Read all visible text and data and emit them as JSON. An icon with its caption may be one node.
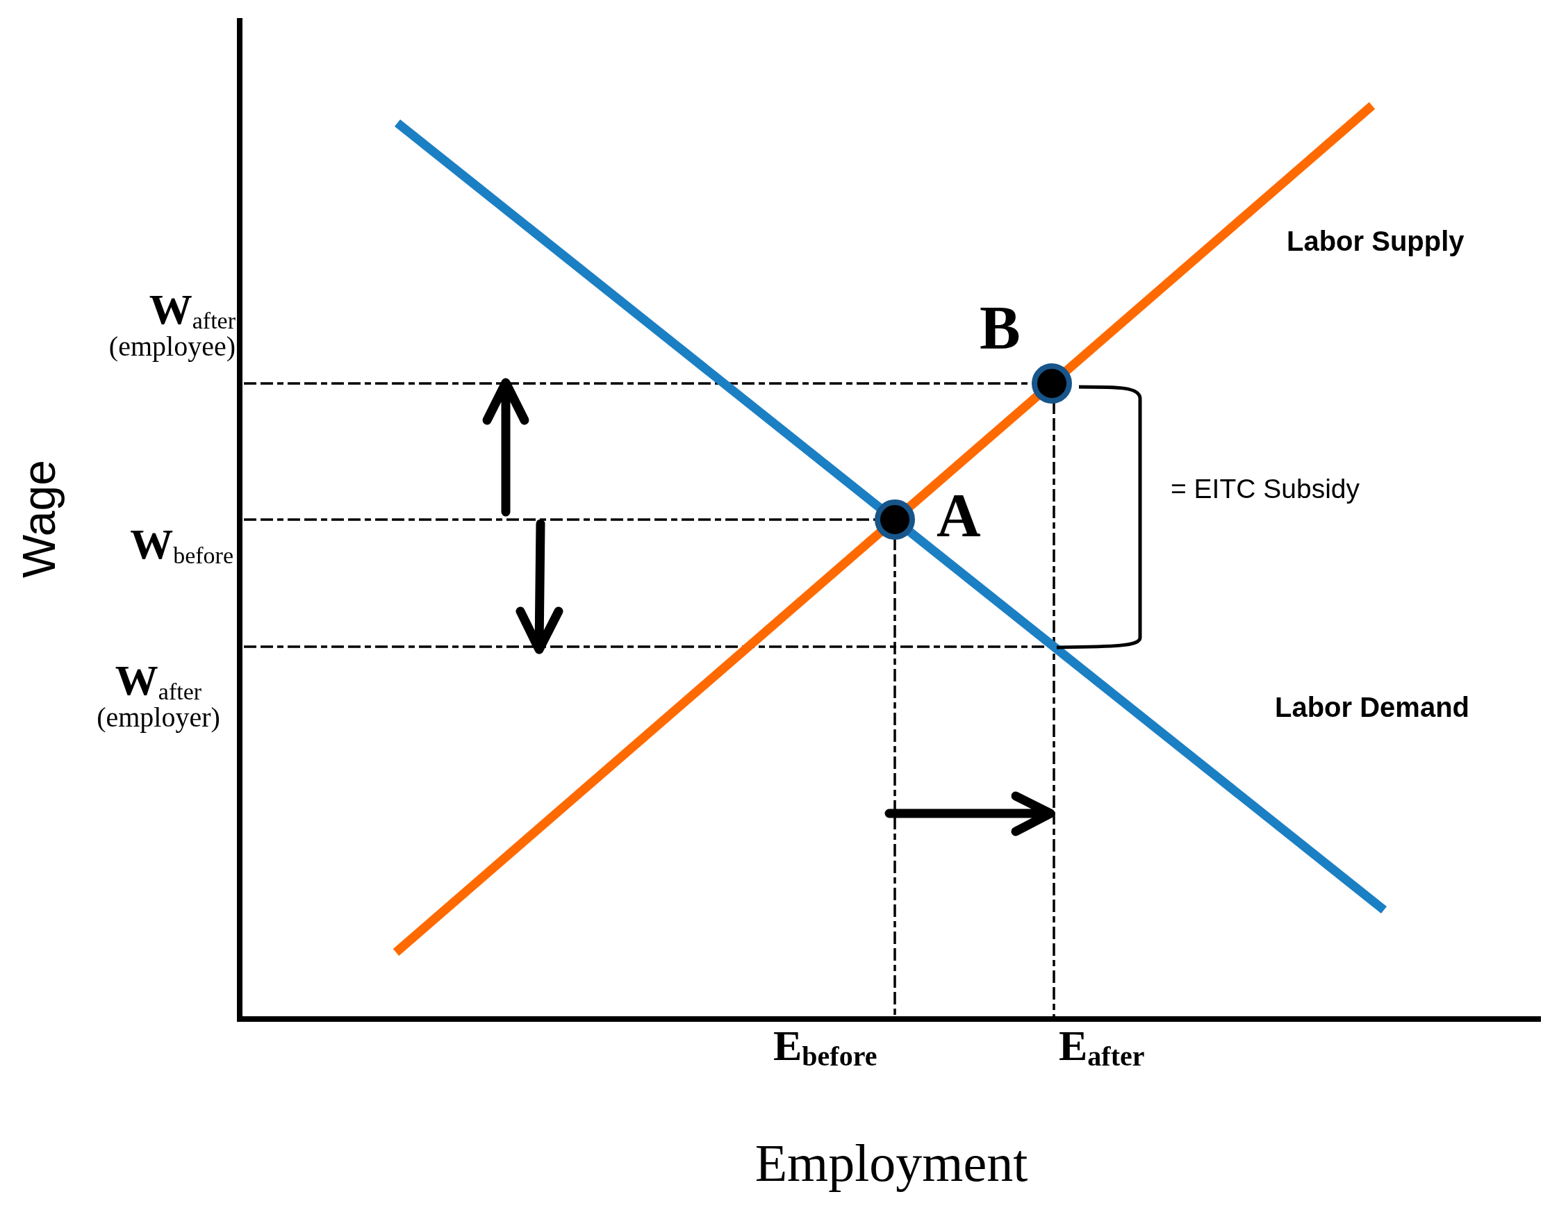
{
  "diagram": {
    "labels": [
      "Labor Supply",
      "**W**$_{after}$ (employee)",
      "B",
      "Wage",
      "= EITC Subsidy",
      "A",
      "**W**$_{before}$",
      "**W**$_{after}$ (employer)",
      "Labor Demand",
      "E$_{before}$",
      "E$_{after}$",
      "Employment"
    ]
  }
}
